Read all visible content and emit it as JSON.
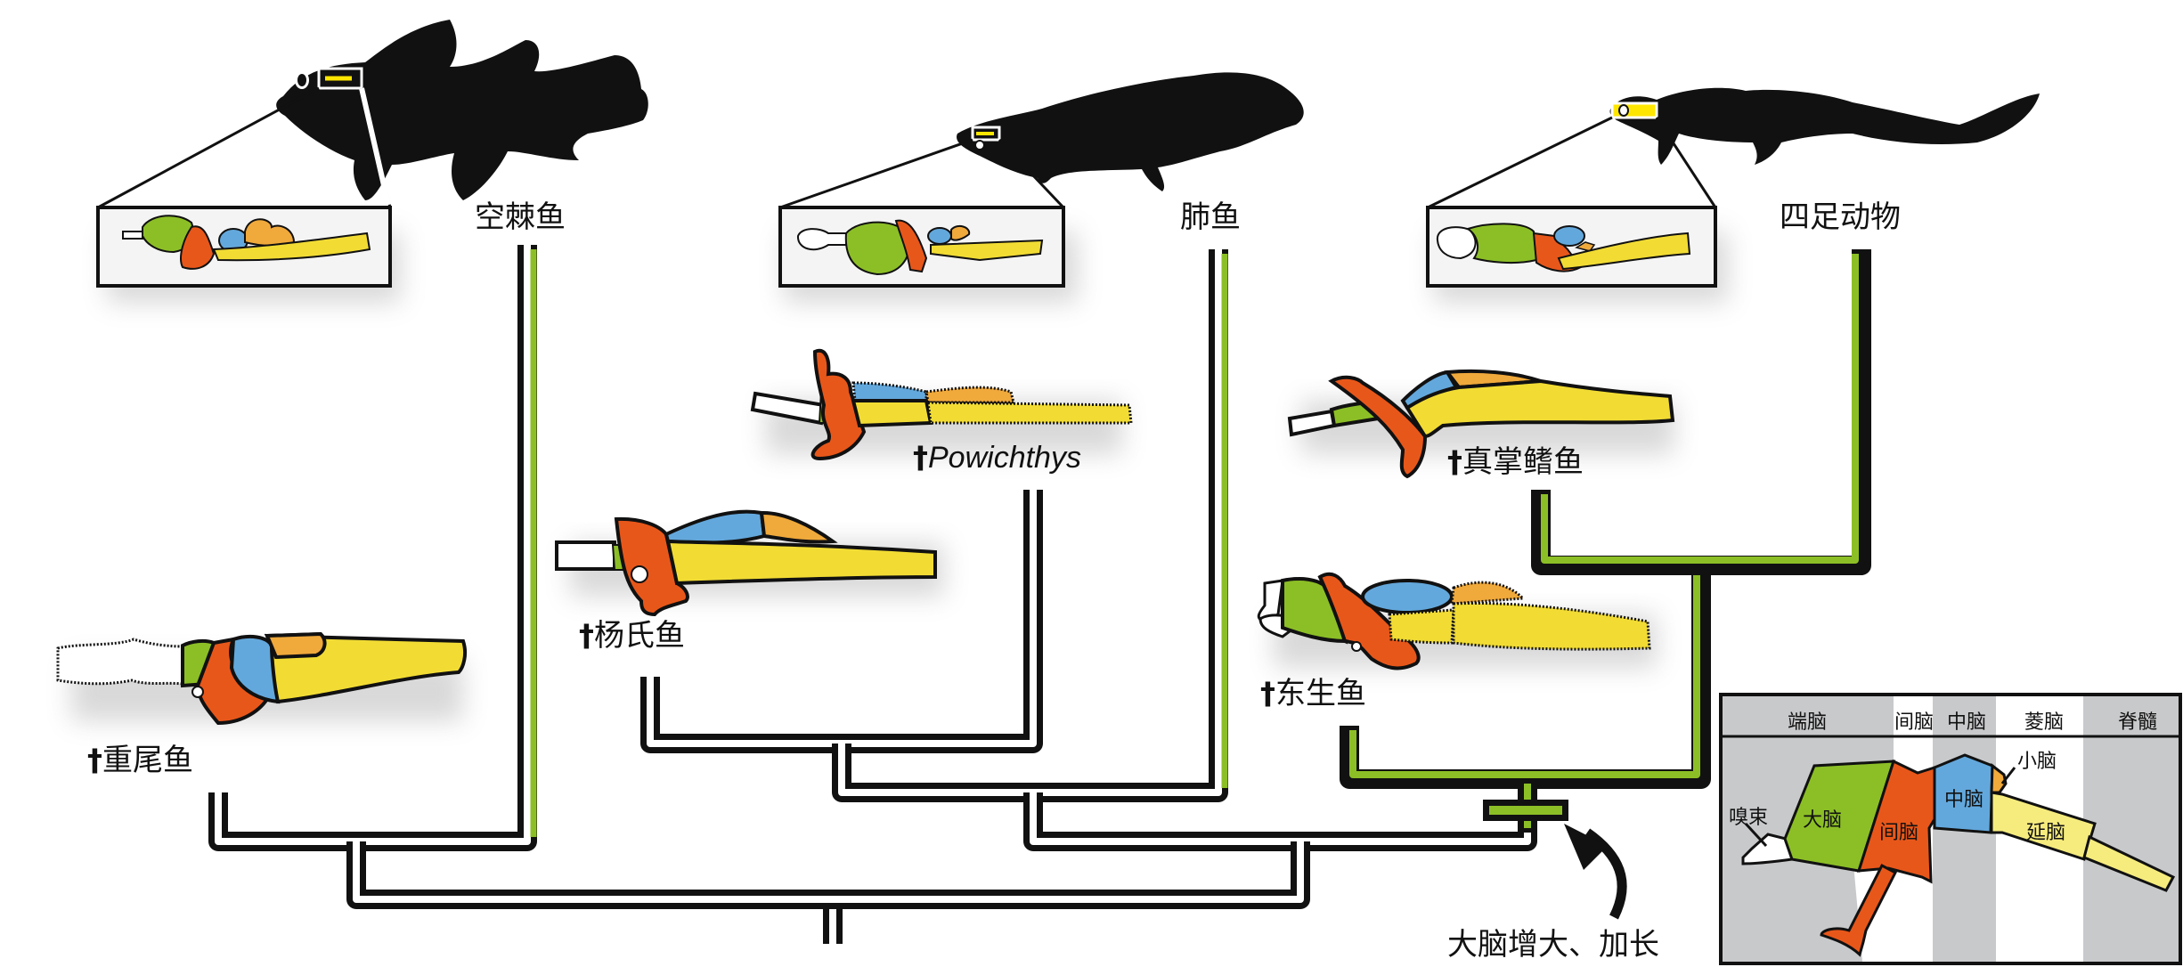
{
  "colors": {
    "olfactory": "#ffffff",
    "telencephalon": "#8cbf26",
    "diencephalon": "#e8571a",
    "mesencephalon": "#63a8dc",
    "cerebellum": "#f0a93b",
    "medulla": "#f2dc34",
    "medulla_light": "#f6ec7e",
    "branch_highlight": "#8cbf26",
    "outline": "#111111",
    "legend_band_gray": "#c8c9cb"
  },
  "living_taxa": [
    {
      "id": "coelacanth",
      "label": "空棘鱼"
    },
    {
      "id": "lungfish",
      "label": "肺鱼"
    },
    {
      "id": "tetrapod",
      "label": "四足动物"
    }
  ],
  "fossil_taxa": [
    {
      "id": "dipterus",
      "dagger": "†",
      "label": "重尾鱼"
    },
    {
      "id": "youngolepis",
      "dagger": "†",
      "label": "杨氏鱼"
    },
    {
      "id": "powichthys",
      "dagger": "†",
      "label": "Powichthys"
    },
    {
      "id": "eusthenopteron",
      "dagger": "†",
      "label": "真掌鳍鱼"
    },
    {
      "id": "tungsenia",
      "dagger": "†",
      "label": "东生鱼"
    }
  ],
  "annotation": {
    "text": "大脑增大、加长"
  },
  "legend": {
    "regions_header": [
      "端脑",
      "间脑",
      "中脑",
      "菱脑",
      "脊髓"
    ],
    "part_labels": {
      "olfactory_tract": "嗅束",
      "cerebrum": "大脑",
      "diencephalon": "间脑",
      "midbrain": "中脑",
      "cerebellum": "小脑",
      "medulla": "延脑"
    }
  }
}
